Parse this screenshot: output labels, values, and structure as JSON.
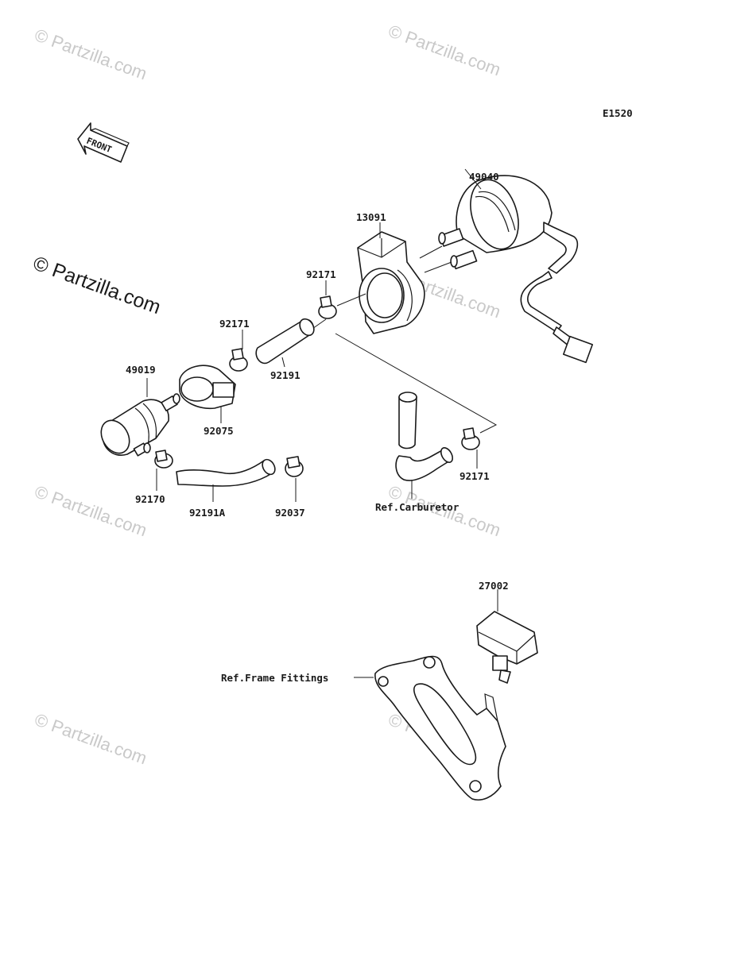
{
  "diagram_code": "E1520",
  "front_label": "FRONT",
  "watermark": "© Partzilla.com",
  "watermark_main": "© Partzilla.com",
  "parts": {
    "fuel_pump": "49040",
    "pump_bracket": "13091",
    "clamp_upper": "92171",
    "clamp_middle": "92171",
    "hose": "92191",
    "fuel_filter": "49019",
    "filter_holder": "92075",
    "clamp_filter": "92170",
    "hose_a": "92191A",
    "clamp_hose_end": "92037",
    "clamp_carb": "92171",
    "relay": "27002"
  },
  "refs": {
    "carburetor": "Ref.Carburetor",
    "frame_fittings": "Ref.Frame Fittings"
  }
}
